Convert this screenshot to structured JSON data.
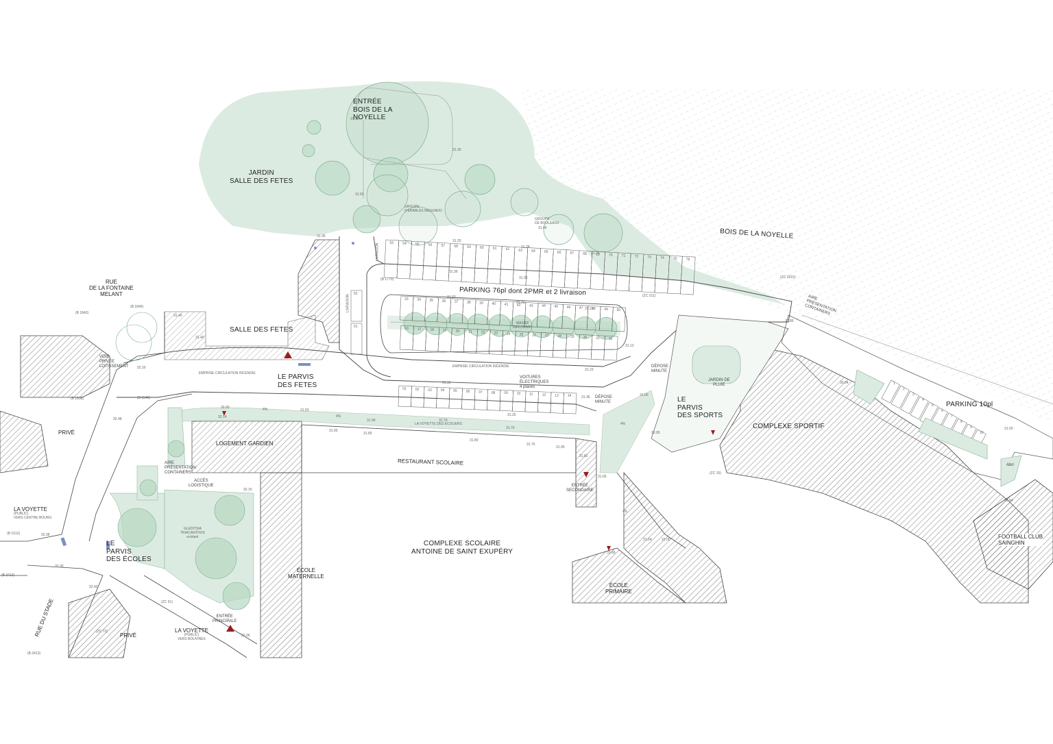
{
  "labels": {
    "entree_bois": [
      "ENTRÉE",
      "BOIS DE LA",
      "NOYELLE"
    ],
    "jardin_salle": [
      "JARDIN",
      "SALLE DES FETES"
    ],
    "bois_noyelle": "BOIS DE LA NOYELLE",
    "rue_fontaine": [
      "RUE",
      "DE LA FONTAINE",
      "MELANT"
    ],
    "salle_des_fetes": "SALLE DES FETES",
    "parking_76": "PARKING 76pl dont 2PMR et 2 livraison",
    "parvis_fetes": [
      "LE PARVIS",
      "DES FETES"
    ],
    "emprise_1": "EMPRISE CIRCULATION INCENDIE",
    "emprise_2": "EMPRISE CIRCULATION INCENDIE",
    "voie_privee": [
      "VOIE",
      "PRIVÉE",
      "LOTISSEMENT"
    ],
    "prive_1": "PRIVÉ",
    "logement_gardien": "LOGEMENT GARDIEN",
    "restaurant_scolaire": "RESTAURANT SCOLAIRE",
    "voyette_ecoliers": "LA VOYETTE DES ECOLIERS",
    "voitures_electriques": [
      "VOITURES",
      "ÉLECTRIQUES",
      "4 places"
    ],
    "depose_minute_1": [
      "DÉPOSE",
      "MINUTE"
    ],
    "depose_minute_2": [
      "DÉPOSE",
      "MINUTE"
    ],
    "parvis_sports": [
      "LE",
      "PARVIS",
      "DES SPORTS"
    ],
    "jardin_pluie": [
      "JARDIN DE",
      "PLUIE"
    ],
    "complexe_sportif": "COMPLEXE SPORTIF",
    "parking_10": "PARKING 10pl",
    "abri": "Abri",
    "aire_presentation_1": [
      "AIRE",
      "PRÉSENTATION",
      "CONTAINERS"
    ],
    "aire_presentation_2": [
      "AIRE",
      "PRÉSENTATION",
      "CONTAINERS"
    ],
    "acces_logistique": [
      "ACCÈS",
      "LOGISTIQUE"
    ],
    "gleditsia": [
      "GLEDITSIA",
      "TRIACANTHOS",
      "existant"
    ],
    "entree_secondaire": [
      "ENTRÉE",
      "SECONDAIRE"
    ],
    "entree_principale": [
      "ENTRÉE",
      "PRINCIPALE"
    ],
    "complexe_scolaire": [
      "COMPLEXE SCOLAIRE",
      "ANTOINE DE SAINT EXUPÉRY"
    ],
    "ecole_maternelle": [
      "ÉCOLE",
      "MATERNELLE"
    ],
    "ecole_primaire": [
      "ÉCOLE",
      "PRIMAIRE"
    ],
    "football_club": [
      "FOOTBALL CLUB",
      "SAINGHIN"
    ],
    "la_voyette_left": [
      "LA VOYETTE",
      "(PUBLIC)",
      "VERS CENTRE BOURG"
    ],
    "la_voyette_bottom": [
      "LA VOYETTE",
      "(PUBLIC)",
      "VERS BOUVINES"
    ],
    "parvis_ecoles": [
      "LE",
      "PARVIS",
      "DES ÉCOLES"
    ],
    "rue_du_stade": "RUE DU STADE",
    "prive_2": "PRIVÉ",
    "groupe_erables": [
      "GROUPE",
      "D'ÉRABLES NEGUNDO"
    ],
    "groupe_bouleaux": [
      "GROUPE",
      "DE BOULEAUX"
    ],
    "livraison_1": "LIVRAISON",
    "livraison_2": "LIVRAISON",
    "massif": [
      "MASSIF",
      "INFILTRANT"
    ]
  },
  "cadastre": {
    "b1773": "(B 1773)",
    "zc211": "(ZC 211)",
    "zc2615": "(ZC 2615)",
    "b1843": "(B 1843)",
    "b1846": "(B.1846)",
    "b1838": "(B 1838)",
    "b1542": "(B 1542)",
    "b1512": "(B 1512)",
    "b2412": "(B 2412)",
    "b2413": "(B.2413)",
    "zc72": "(ZC 72)",
    "zc61": "(ZC 61)",
    "zc15": "(ZC 15)"
  },
  "elevations": {
    "e3130": "31.30",
    "e3130b": "31.30",
    "e3150": "31.50",
    "e3145": "31.45",
    "e3136": "31.36",
    "e3125": "31.25",
    "e3128": "31.28",
    "e3125b": "31.25",
    "e3130c": "31.30",
    "e3136b": "31.36",
    "e3123": "31.23",
    "e3123b": "31.23",
    "e3123c": "31.23",
    "e3123d": "31.23",
    "e3135": "31.35",
    "e3135b": "31.35",
    "e3140": "31.40",
    "e3140b": "31.40",
    "e3220": "32.20",
    "e3200": "32.00",
    "e3214": "32.14",
    "e3215": "32.15",
    "e3150b": "31.50",
    "e3195": "31.95",
    "e3190": "31.90",
    "e3185": "31.85",
    "e3180": "31.80",
    "e3175": "31.75",
    "e3170": "31.70",
    "e3195b": "31.95",
    "e3182": "31.82",
    "e3165": "31.65",
    "e3112": "31.12",
    "e3100": "31.00",
    "e3085": "30.85",
    "e3094": "30.94",
    "e3095": "30.95",
    "e3066": "31.66",
    "e3154": "31.54",
    "e3100b": "31.00",
    "e3238": "32.38",
    "e3230": "32.30",
    "e3242": "32.42",
    "e3205": "32.05",
    "e3100c": "31.00",
    "e3094b": "30.94",
    "e3070": "31.70",
    "e3125c": "31.25",
    "e3248": "32.48"
  },
  "parking": {
    "top_row": [
      "53",
      "54",
      "55",
      "56",
      "57",
      "58",
      "59",
      "60",
      "61",
      "62",
      "63",
      "64",
      "65",
      "66",
      "67",
      "68",
      "69",
      "70",
      "71",
      "72",
      "73",
      "74",
      "75",
      "76"
    ],
    "mid_row": [
      "33",
      "34",
      "35",
      "36",
      "37",
      "38",
      "39",
      "40",
      "41",
      "42",
      "43",
      "44",
      "45",
      "46",
      "47",
      "48",
      "49",
      "50"
    ],
    "low_row": [
      "16",
      "17",
      "18",
      "19",
      "20",
      "21",
      "22",
      "23",
      "24",
      "25",
      "26",
      "27",
      "28",
      "29",
      "30",
      "31",
      "32"
    ],
    "left_col": [
      "52",
      "51"
    ],
    "bottom_row": [
      "01",
      "02",
      "03",
      "04",
      "05",
      "06",
      "07",
      "08",
      "09",
      "10",
      "11",
      "12",
      "13",
      "14"
    ],
    "p10": [
      "1",
      "2",
      "3",
      "4",
      "5",
      "6",
      "7",
      "8",
      "9",
      "10"
    ]
  },
  "slopes": {
    "s4a": "4%",
    "s4b": "4%",
    "s4c": "4%",
    "s4d": "4%"
  },
  "colors": {
    "green_fill": "#dcebe2",
    "green_dark": "#a9cdb6",
    "tree_fill": "#b7d8c2",
    "tree_stroke": "#7fae8f",
    "hatch": "#555555",
    "woods": "#e4efea",
    "red": "#9b1c1c"
  }
}
